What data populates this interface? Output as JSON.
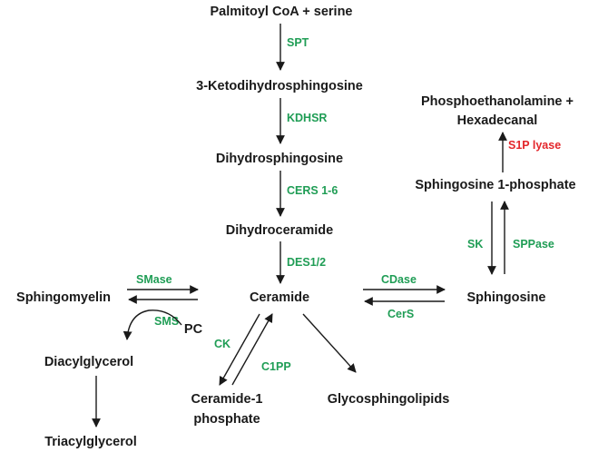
{
  "colors": {
    "node_text": "#1a1a1a",
    "enzyme": "#1f9d55",
    "inhibitor": "#e3262b",
    "arrow": "#1a1a1a"
  },
  "nodes": {
    "palmitoyl_serine": "Palmitoyl CoA + serine",
    "ketodihydrosphingosine": "3-Ketodihydrosphingosine",
    "dihydrosphingosine": "Dihydrosphingosine",
    "dihydroceramide": "Dihydroceramide",
    "ceramide": "Ceramide",
    "sphingomyelin": "Sphingomyelin",
    "pc": "PC",
    "diacylglycerol": "Diacylglycerol",
    "triacylglycerol": "Triacylglycerol",
    "ceramide_1_phosphate_line1": "Ceramide-1",
    "ceramide_1_phosphate_line2": "phosphate",
    "glycosphingolipids": "Glycosphingolipids",
    "sphingosine": "Sphingosine",
    "sphingosine_1_phosphate": "Sphingosine 1-phosphate",
    "phosphoethanolamine_line1": "Phosphoethanolamine +",
    "phosphoethanolamine_line2": "Hexadecanal"
  },
  "enzymes": {
    "spt": "SPT",
    "kdhsr": "KDHSR",
    "cers16": "CERS 1-6",
    "des12": "DES1/2",
    "smase": "SMase",
    "sms": "SMS",
    "ck": "CK",
    "c1pp": "C1PP",
    "cdase": "CDase",
    "cers": "CerS",
    "sk": "SK",
    "sppase": "SPPase",
    "s1p_lyase": "S1P lyase"
  }
}
